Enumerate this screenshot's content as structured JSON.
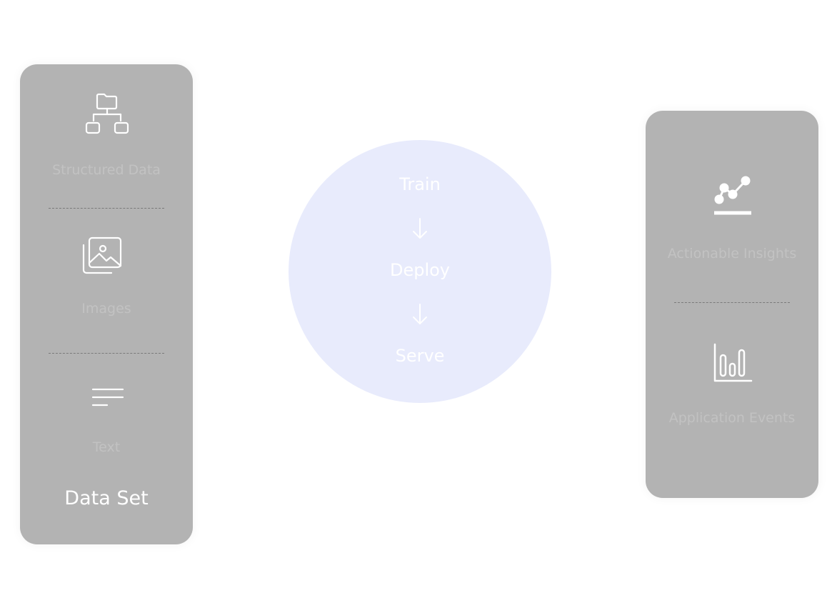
{
  "data_set": {
    "title": "Data Set",
    "items": [
      {
        "label": "Structured Data",
        "icon": "folder-hierarchy-icon"
      },
      {
        "label": "Images",
        "icon": "image-gallery-icon"
      },
      {
        "label": "Text",
        "icon": "text-lines-icon"
      }
    ]
  },
  "pipeline": {
    "steps": [
      "Train",
      "Deploy",
      "Serve"
    ],
    "arrow_icon": "arrow-down-icon"
  },
  "outputs": {
    "items": [
      {
        "label": "Actionable Insights",
        "icon": "line-chart-icon"
      },
      {
        "label": "Application Events",
        "icon": "bar-chart-icon"
      }
    ]
  },
  "colors": {
    "panel": "#b3b3b3",
    "circle": "#e8ebfc",
    "label_text": "#c2c2c2",
    "title_text": "#ffffff"
  }
}
